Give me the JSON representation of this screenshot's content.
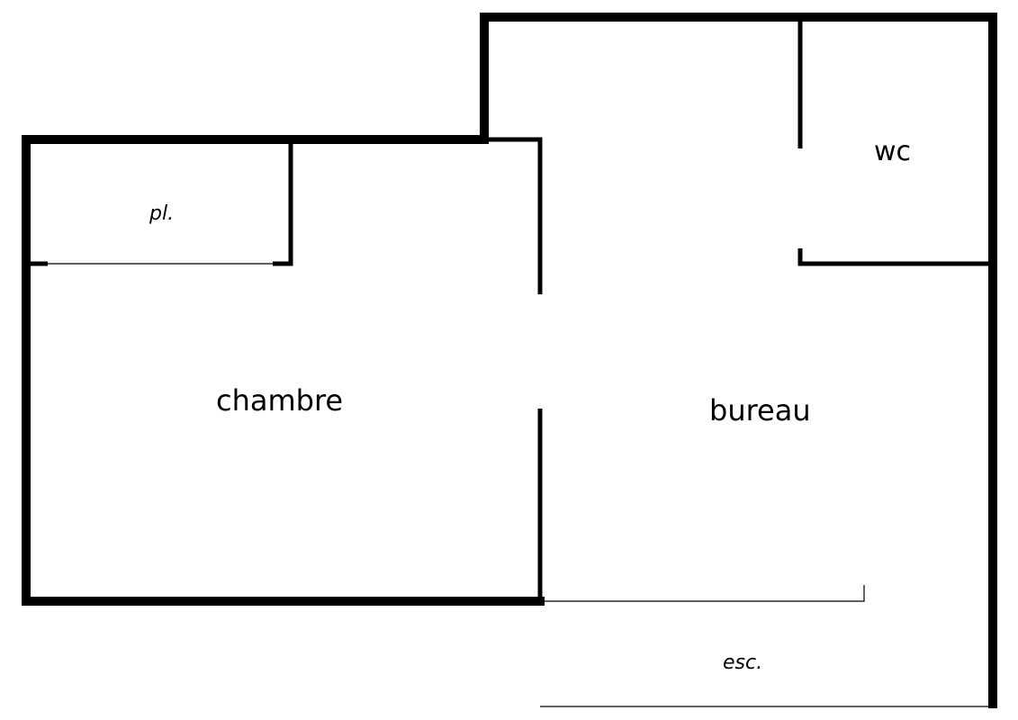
{
  "rooms": {
    "chambre": "chambre",
    "bureau": "bureau",
    "wc": "wc",
    "placard": "pl.",
    "escalier": "esc."
  },
  "colors": {
    "wall": "#000000",
    "background": "#ffffff"
  }
}
